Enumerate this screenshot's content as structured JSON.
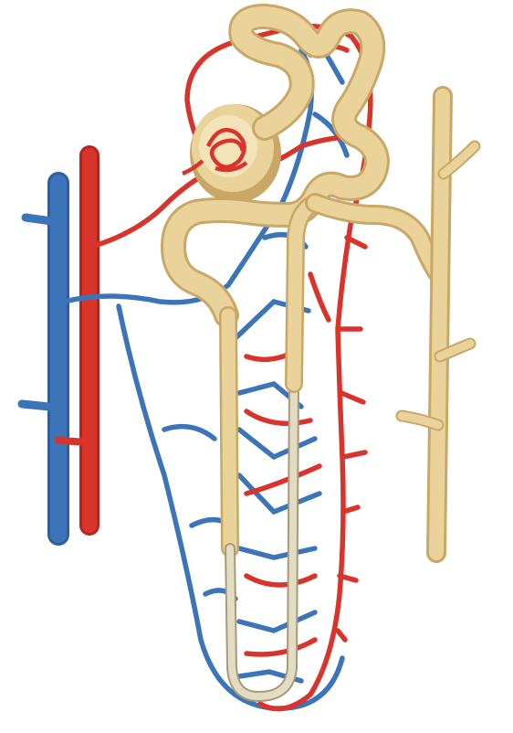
{
  "diagram": {
    "colors": {
      "artery": "#d9342b",
      "vein": "#3b74b8",
      "tubule": "#e9d39a",
      "tubule_shade": "#c9a766",
      "loop_thin": "#e3dcc4",
      "background": "#ffffff"
    },
    "parts": [
      "renal-vein",
      "renal-artery",
      "afferent-arteriole",
      "glomerulus",
      "bowmans-capsule",
      "proximal-convoluted-tubule",
      "loop-of-henle",
      "distal-convoluted-tubule",
      "collecting-duct",
      "peritubular-capillaries",
      "vasa-recta"
    ]
  }
}
